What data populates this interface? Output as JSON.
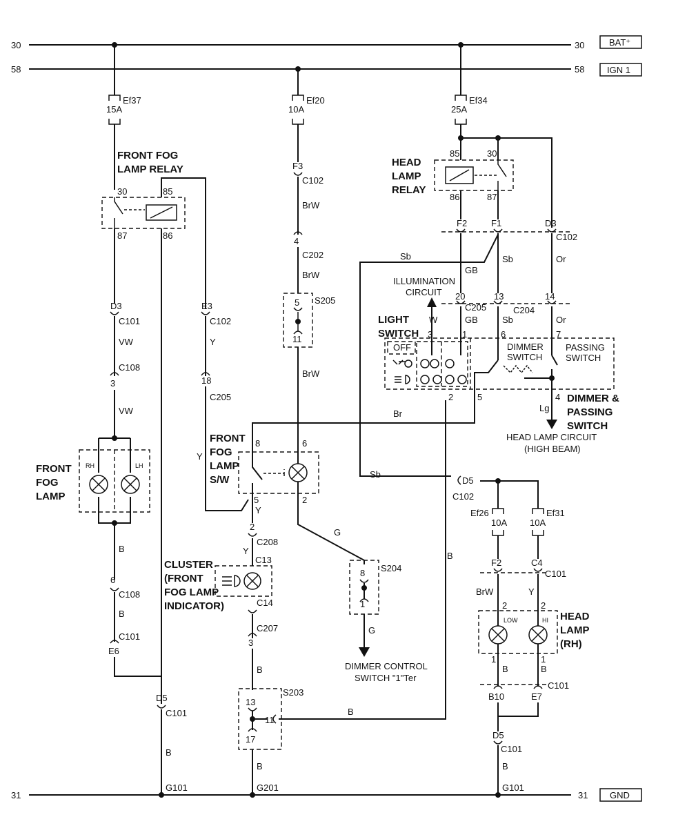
{
  "rails": {
    "bat_num": "30",
    "bat_label": "BAT⁺",
    "ign_num": "58",
    "ign_label": "IGN 1",
    "gnd_num": "31",
    "gnd_label": "GND"
  },
  "fuses": {
    "ef37": {
      "name": "Ef37",
      "rating": "15A"
    },
    "ef20": {
      "name": "Ef20",
      "rating": "10A"
    },
    "ef34": {
      "name": "Ef34",
      "rating": "25A"
    },
    "ef26": {
      "name": "Ef26",
      "rating": "10A"
    },
    "ef31": {
      "name": "Ef31",
      "rating": "10A"
    }
  },
  "titles": {
    "fog_relay_1": "FRONT FOG",
    "fog_relay_2": "LAMP RELAY",
    "head_relay_1": "HEAD",
    "head_relay_2": "LAMP",
    "head_relay_3": "RELAY",
    "light_switch_1": "LIGHT",
    "light_switch_2": "SWITCH",
    "fog_lamp_1": "FRONT",
    "fog_lamp_2": "FOG",
    "fog_lamp_3": "LAMP",
    "fog_sw_1": "FRONT",
    "fog_sw_2": "FOG",
    "fog_sw_3": "LAMP",
    "fog_sw_4": "S/W",
    "cluster_1": "CLUSTER",
    "cluster_2": "(FRONT",
    "cluster_3": "FOG LAMP",
    "cluster_4": "INDICATOR)",
    "dp_1": "DIMMER &",
    "dp_2": "PASSING",
    "dp_3": "SWITCH",
    "head_lamp_1": "HEAD",
    "head_lamp_2": "LAMP",
    "head_lamp_3": "(RH)",
    "illum_1": "ILLUMINATION",
    "illum_2": "CIRCUIT",
    "dimmer_sw_1": "DIMMER",
    "dimmer_sw_2": "SWITCH",
    "passing_sw_1": "PASSING",
    "passing_sw_2": "SWITCH",
    "hlc_1": "HEAD LAMP CIRCUIT",
    "hlc_2": "(HIGH BEAM)",
    "dcs_1": "DIMMER CONTROL",
    "dcs_2": "SWITCH \"1\"Ter",
    "off": "OFF",
    "rh": "RH",
    "lh": "LH",
    "low": "LOW",
    "hi": "HI"
  },
  "pins": {
    "r30": "30",
    "r85": "85",
    "r87": "87",
    "r86": "86",
    "h85": "85",
    "h30": "30",
    "h86": "86",
    "h87": "87",
    "f3": "F3",
    "p4": "4",
    "p5a": "5",
    "p11a": "11",
    "d3a": "D3",
    "p3a": "3",
    "e3": "E3",
    "p18": "18",
    "f2a": "F2",
    "f1": "F1",
    "d3b": "D3",
    "p20": "20",
    "p13a": "13",
    "p14": "14",
    "ls3": "3",
    "ls1": "1",
    "ls6": "6",
    "ls7": "7",
    "ls4": "4",
    "ls2": "2",
    "ls5": "5",
    "sw8": "8",
    "sw6": "6",
    "sw5": "5",
    "sw2": "2",
    "d5a": "D5",
    "p6a": "6",
    "e6": "E6",
    "d5b": "D5",
    "p2a": "2",
    "p3b": "3",
    "s204_8": "8",
    "s204_1": "1",
    "s203_13": "13",
    "s203_11": "11",
    "s203_17": "17",
    "f2b": "F2",
    "c4": "C4",
    "hl2a": "2",
    "hl2b": "2",
    "hl1a": "1",
    "hl1b": "1",
    "b10": "B10",
    "e7": "E7",
    "d5c": "D5"
  },
  "connectors": {
    "c102a": "C102",
    "c202": "C202",
    "s205": "S205",
    "c101a": "C101",
    "c108a": "C108",
    "c102b": "C102",
    "c205a": "C205",
    "c102c": "C102",
    "c205b": "C205",
    "c204": "C204",
    "c108b": "C108",
    "c101b": "C101",
    "c208": "C208",
    "c13": "C13",
    "c14": "C14",
    "c207": "C207",
    "s204": "S204",
    "s203": "S203",
    "c101c": "C101",
    "c102d": "C102",
    "c101d": "C101",
    "c101e": "C101",
    "c101f": "C101",
    "g101a": "G101",
    "g201": "G201",
    "g101b": "G101"
  },
  "wires": {
    "brw1": "BrW",
    "brw2": "BrW",
    "brw3": "BrW",
    "vw1": "VW",
    "vw2": "VW",
    "y1": "Y",
    "y2": "Y",
    "y3": "Y",
    "y4": "Y",
    "b1": "B",
    "b2": "B",
    "b3": "B",
    "b4": "B",
    "b5": "B",
    "b6": "B",
    "b7": "B",
    "b8": "B",
    "b9": "B",
    "b10": "B",
    "gb1": "GB",
    "gb2": "GB",
    "sb1": "Sb",
    "sb2": "Sb",
    "sb3": "Sb",
    "sb4": "Sb",
    "or1": "Or",
    "or2": "Or",
    "w": "W",
    "lg": "Lg",
    "br": "Br",
    "g1": "G",
    "g2": "G",
    "brw4": "BrW",
    "y5": "Y"
  }
}
